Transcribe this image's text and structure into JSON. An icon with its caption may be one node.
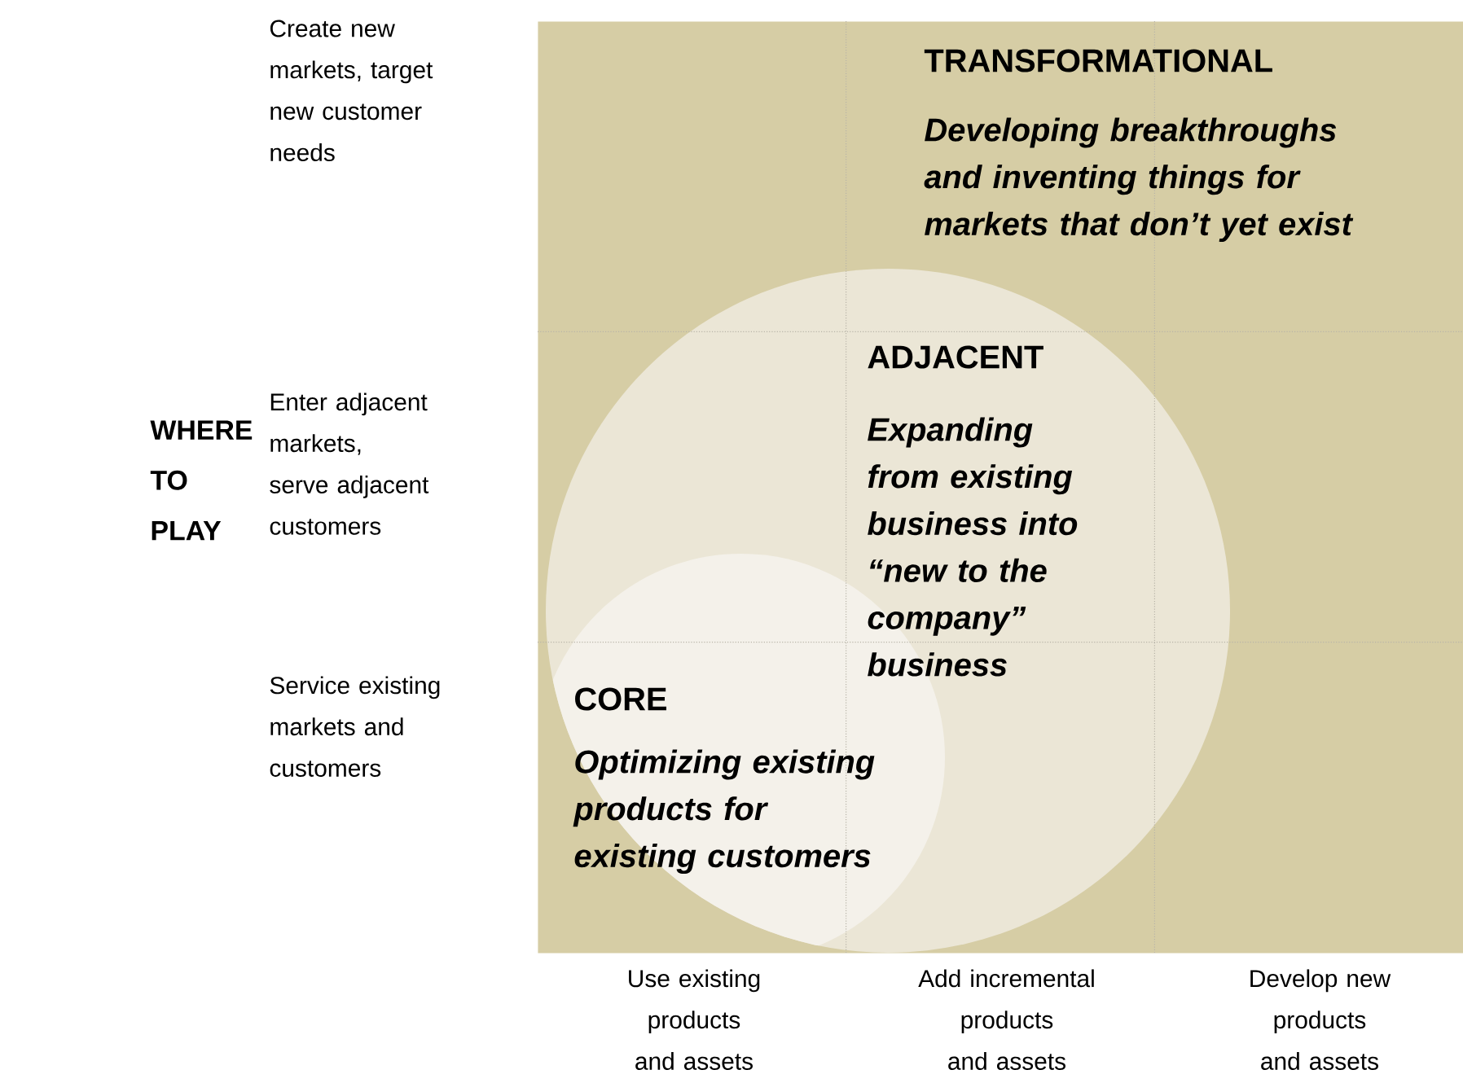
{
  "diagram": {
    "nodes": [
      {
        "text": [
          "TRANSFORMATIONAL",
          "Developing breakthroughs and inventing things for markets that don’t yet exist"
        ]
      },
      {
        "text": [
          "ADJACENT",
          "Expanding from existing business into “new to the company” business"
        ],
        "in": 0
      },
      {
        "text": [
          "CORE",
          "Optimizing existing products for existing customers"
        ],
        "in": 1
      }
    ],
    "labels": [
      "Create new markets, target new customer needs",
      "WHERE TO PLAY",
      "Enter adjacent markets, serve adjacent customers",
      "Service existing markets and customers",
      "Use existing products and assets",
      "Add incremental products and assets",
      "Develop new products and assets"
    ]
  }
}
